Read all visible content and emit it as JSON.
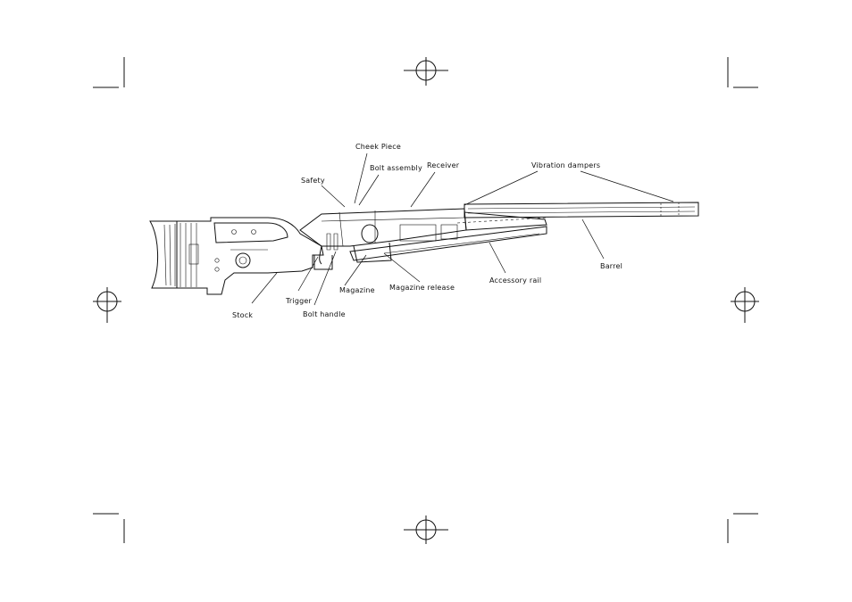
{
  "diagram": {
    "labels": {
      "cheek_piece": "Cheek Piece",
      "bolt_assembly": "Bolt assembly",
      "receiver": "Receiver",
      "safety": "Safety",
      "vibration_dampers": "Vibration dampers",
      "stock": "Stock",
      "trigger": "Trigger",
      "bolt_handle": "Bolt handle",
      "magazine": "Magazine",
      "magazine_release": "Magazine release",
      "accessory_rail": "Accessory rail",
      "barrel": "Barrel"
    }
  }
}
